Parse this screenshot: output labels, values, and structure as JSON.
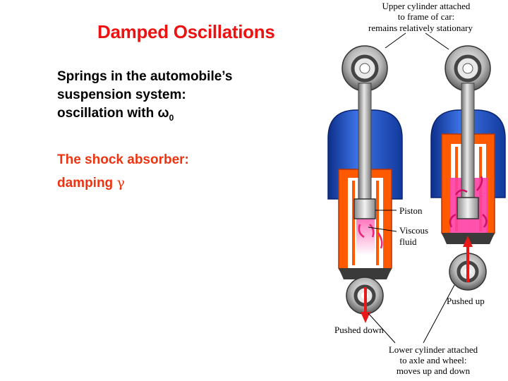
{
  "title": "Damped Oscillations",
  "springs": {
    "line1": "Springs in the automobile’s",
    "line2": "suspension system:",
    "line3_prefix": "oscillation with ω",
    "line3_sub": "0"
  },
  "shock": {
    "line1": "The shock absorber:",
    "line2_prefix": "damping ",
    "line2_symbol": "γ"
  },
  "labels": {
    "upper_1": "Upper cylinder attached",
    "upper_2": "to frame of car:",
    "upper_3": "remains relatively stationary",
    "piston": "Piston",
    "viscous_1": "Viscous",
    "viscous_2": "fluid",
    "pushed_up": "Pushed up",
    "pushed_down": "Pushed down",
    "lower_1": "Lower cylinder attached",
    "lower_2": "to axle and wheel:",
    "lower_3": "moves up and down"
  },
  "colors": {
    "title": "#ee1111",
    "accent": "#ee3311",
    "cylinder_blue": "#1e4fc8",
    "cylinder_orange": "#ff5a00",
    "fluid_pink": "#ff3fa3",
    "rod_gray": "#9a9a9a"
  }
}
